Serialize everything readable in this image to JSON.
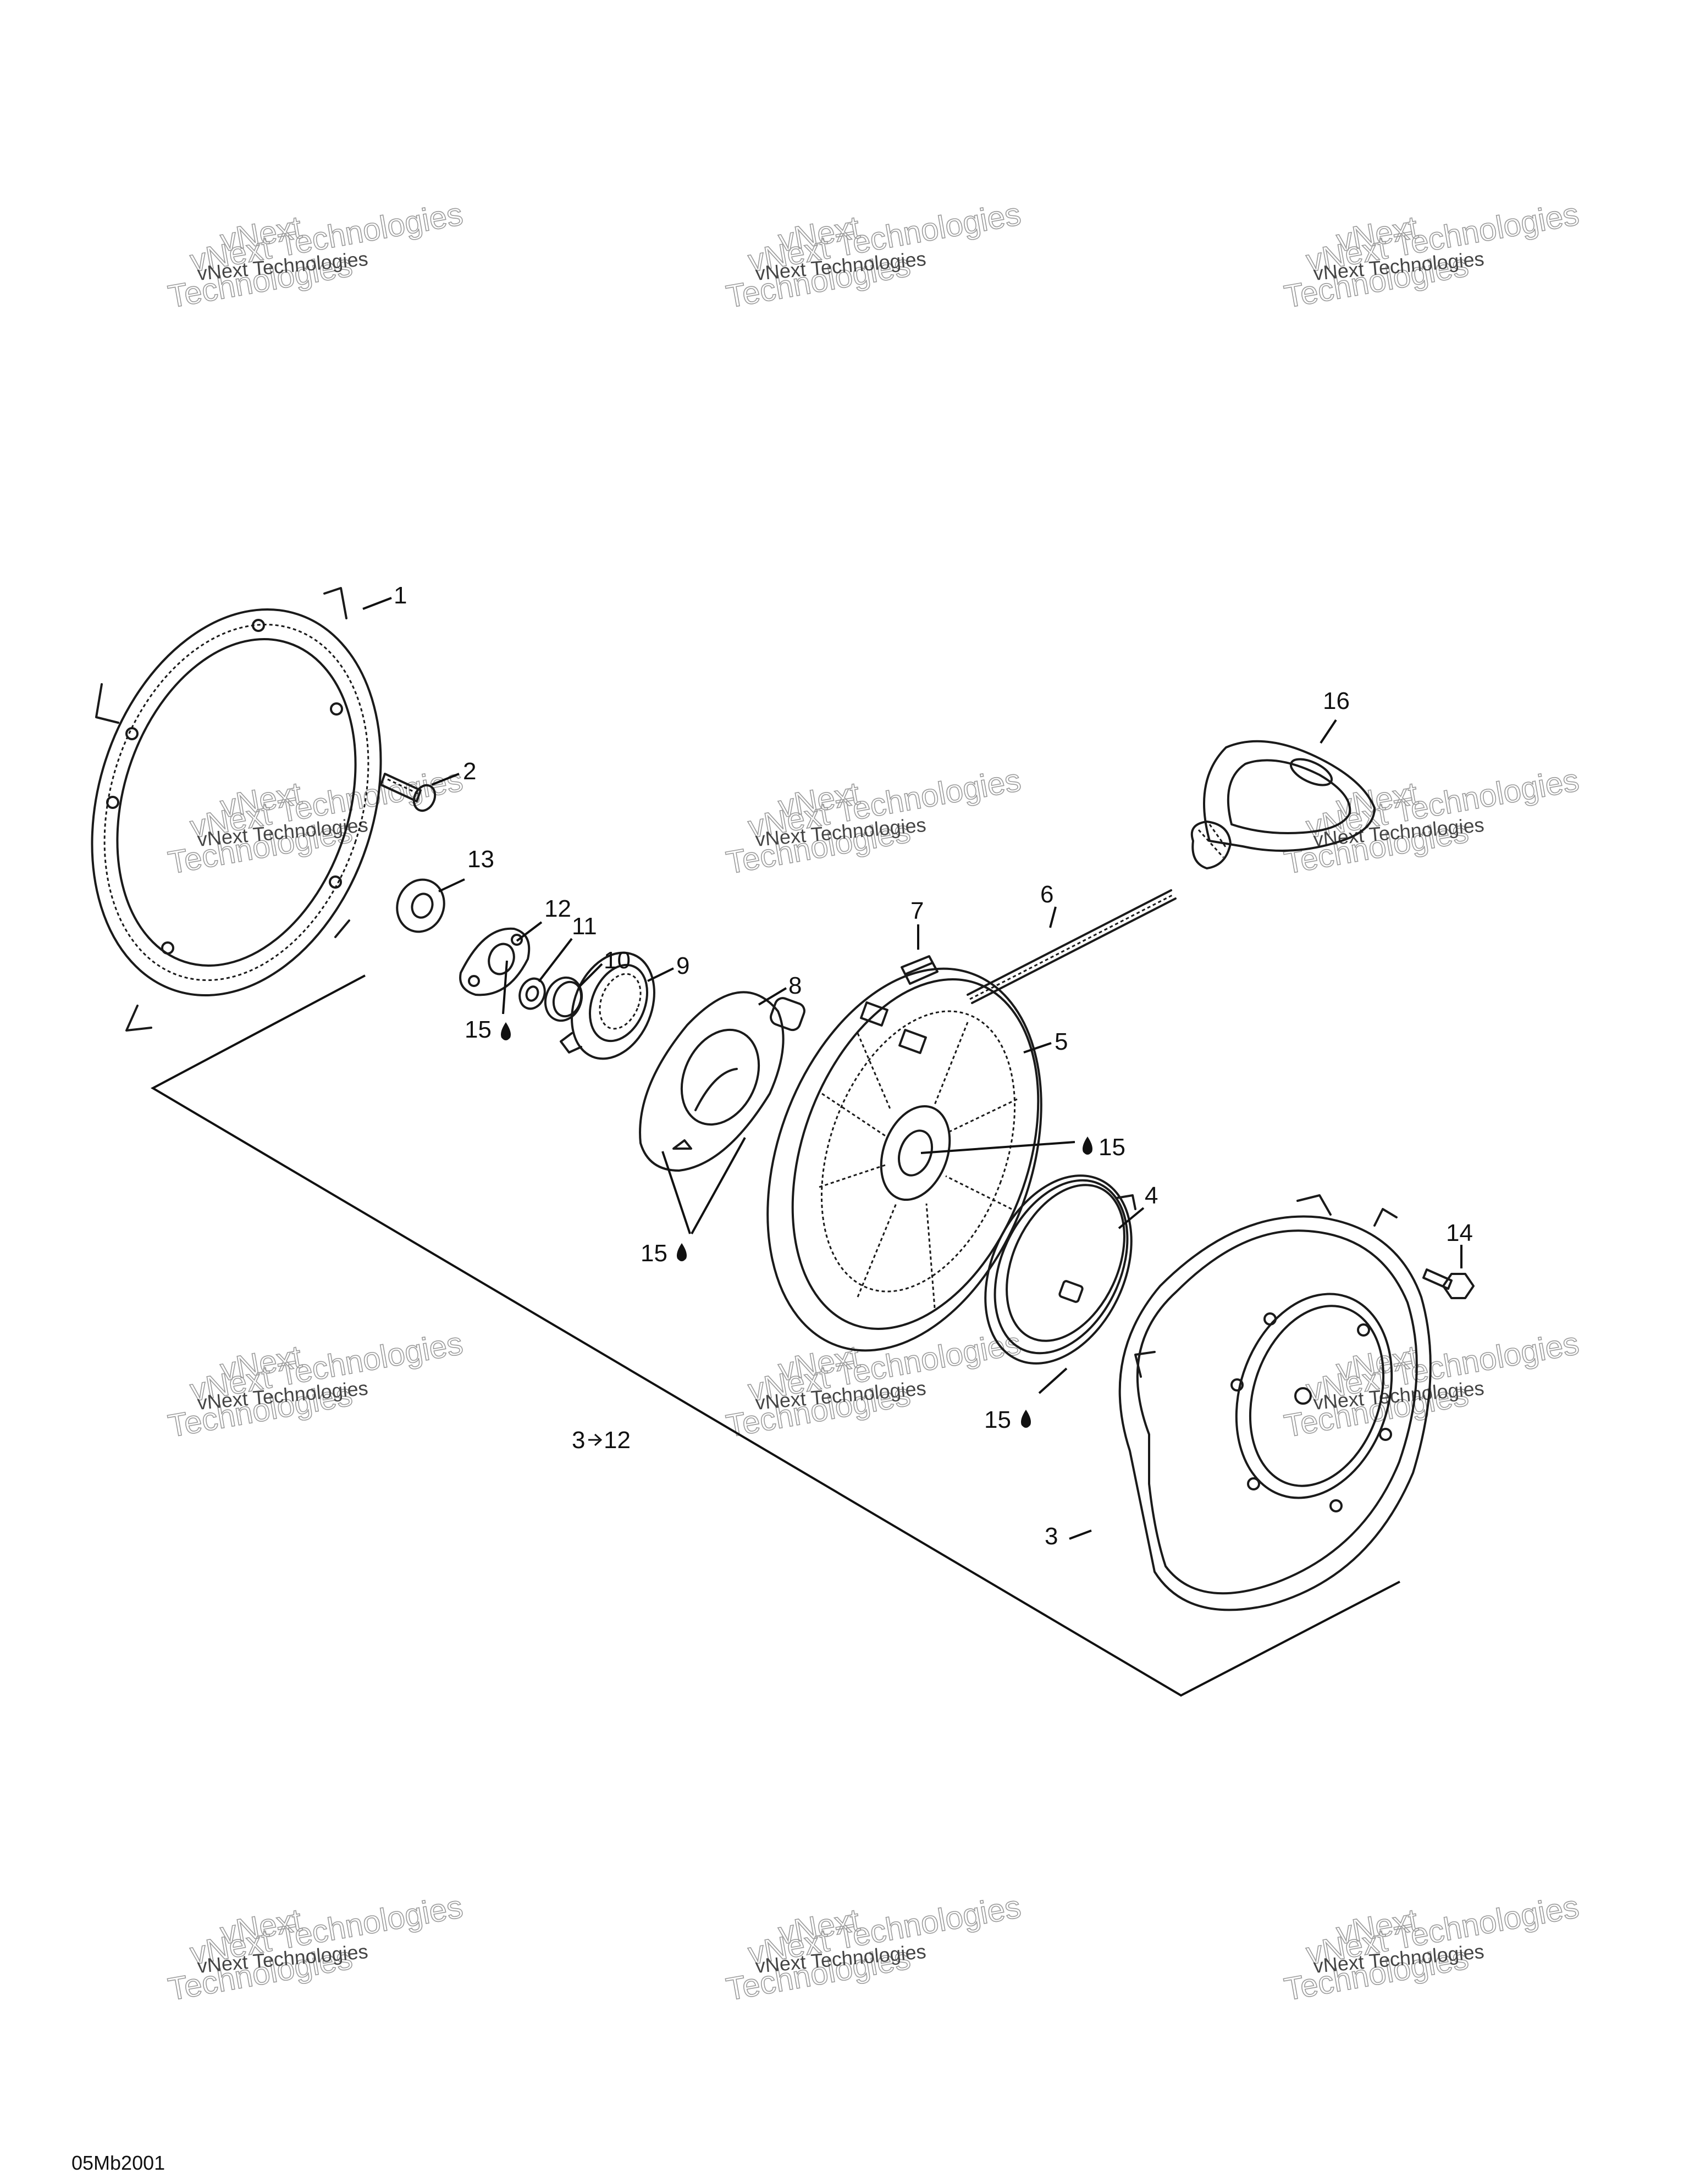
{
  "diagram_id": "05Mb2001",
  "callouts": [
    "1",
    "2",
    "3",
    "4",
    "5",
    "6",
    "7",
    "8",
    "9",
    "10",
    "11",
    "12",
    "13",
    "14",
    "16"
  ],
  "lube_labels": [
    "15",
    "15",
    "15",
    "15"
  ],
  "subassembly_label": {
    "start": "3",
    "end": "12"
  },
  "watermark": {
    "line1": "vNext Technologies",
    "line2": "Technologies",
    "line3": "vNext"
  }
}
